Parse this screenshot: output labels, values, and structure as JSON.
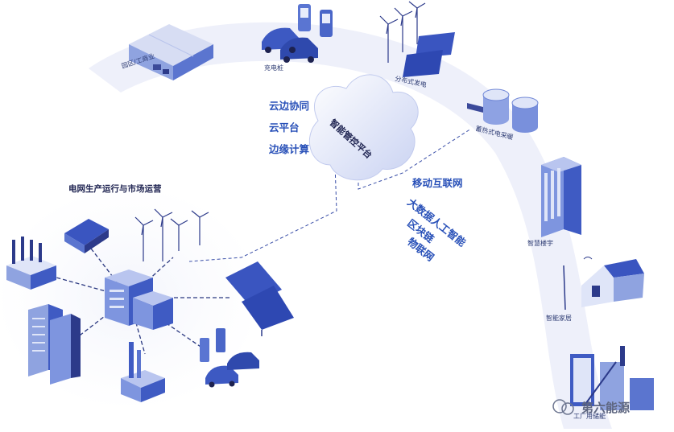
{
  "cloud": {
    "title": "智能管控平台",
    "left_items": [
      "云边协同",
      "云平台",
      "边缘计算"
    ],
    "right_items": [
      "移动互联网",
      "大数据人工智能",
      "区块链",
      "物联网"
    ]
  },
  "arc_nodes": {
    "industry": "园区/工商业",
    "charging": "充电桩",
    "distributed_wind": "分布式发电",
    "storage": "蓄热式电采暖",
    "building": "智慧楼宇",
    "home": "智能家居",
    "factory": "工厂用储能"
  },
  "grid_title": "电网生产运行与市场运营",
  "watermark": "第六能源",
  "colors": {
    "primary": "#2f56c6",
    "dark": "#1d2250",
    "band": "#eef0fa"
  }
}
